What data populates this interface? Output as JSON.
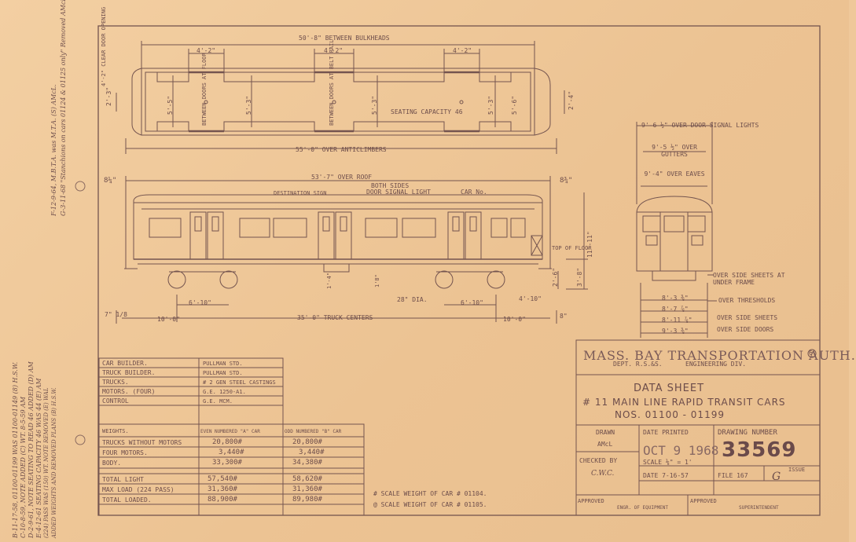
{
  "plan_view": {
    "between_bulkheads": "50'-8\" BETWEEN BULKHEADS",
    "door_spacing": [
      "4'-2\"",
      "4'-2\"",
      "4'-2\""
    ],
    "clear_door_opening": "4'-2\" CLEAR DOOR OPENING",
    "seating_capacity": "SEATING CAPACITY 46",
    "widths": [
      "5'-5\"",
      "5'-3\"",
      "5'-3\"",
      "5'-3\"",
      "5'-6\""
    ],
    "between_doors_at_floor": "BETWEEN DOORS AT FLOOR",
    "between_doors_at_belt_rail": "BETWEEN DOORS AT BELT RAIL",
    "end_left": "2'-3\"",
    "end_right": "2'-4\"",
    "over_anticlimbers": "55'-0\" OVER ANTICLIMBERS"
  },
  "side_view": {
    "over_roof": "53'-7\" OVER ROOF",
    "both_sides": "BOTH SIDES",
    "destination_sign": "DESTINATION SIGN",
    "door_signal_light": "DOOR SIGNAL LIGHT",
    "car_no": "CAR No.",
    "end_left": "8¼\"",
    "end_right": "8¾\"",
    "height": "11'-11\"",
    "floor_height": "3'-8\"",
    "step_height": "2'-6\"",
    "top_of_floor": "TOP OF FLOOR",
    "wheel_dia": "28\" DIA.",
    "truck_wheelbase": [
      "6'-10\"",
      "6'-10\""
    ],
    "overhang": [
      "10'-0\"",
      "10'-0\""
    ],
    "truck_centers": "35'-0\" TRUCK CENTERS",
    "side_dim_left": "7\" 1/8",
    "side_dim_right": "8\"",
    "center_dim": "1'-4\"",
    "mid_dim": "1'8\"",
    "wheel_off": "4'-10\""
  },
  "end_view": {
    "over_door_signal_lights": "9'-6 ½\" OVER DOOR SIGNAL LIGHTS",
    "over_gutters": "9'-5 ½\" OVER GUTTERS",
    "over_eaves": "9'-4\" OVER EAVES",
    "over_side_sheets_underframe": "OVER SIDE SHEETS AT UNDER FRAME",
    "over_thresholds": "OVER THRESHOLDS",
    "over_side_sheets": "OVER SIDE SHEETS",
    "over_side_doors": "OVER SIDE DOORS",
    "bottom_dims": [
      "8'-3 ⅜\"",
      "8'-7 ⅞\"",
      "8'-11 ⅞\"",
      "9'-3 ⅜\""
    ]
  },
  "spec": {
    "rows": [
      {
        "label": "CAR BUILDER.",
        "value": "PULLMAN STD."
      },
      {
        "label": "TRUCK BUILDER.",
        "value": "PULLMAN STD."
      },
      {
        "label": "TRUCKS.",
        "value": "# 2 GEN STEEL CASTINGS"
      },
      {
        "label": "MOTORS. (FOUR)",
        "value": "G.E. 1250-A1."
      },
      {
        "label": "CONTROL",
        "value": "G.E. MCM."
      }
    ],
    "weights_header": [
      "WEIGHTS.",
      "EVEN NUMBERED \"A\" CAR",
      "ODD NUMBERED \"B\" CAR"
    ],
    "weights": [
      {
        "label": "TRUCKS WITHOUT MOTORS",
        "a": "20,800#",
        "b": "20,800#"
      },
      {
        "label": "FOUR MOTORS.",
        "a": "3,440#",
        "b": "3,440#"
      },
      {
        "label": "BODY.",
        "a": "33,300#",
        "b": "34,380#"
      }
    ],
    "totals": [
      {
        "label": "TOTAL LIGHT",
        "a": "57,540#",
        "b": "58,620#"
      },
      {
        "label": "MAX LOAD (224 PASS)",
        "a": "31,360#",
        "b": "31,360#"
      },
      {
        "label": "TOTAL LOADED.",
        "a": "88,900#",
        "b": "89,980#"
      }
    ]
  },
  "notes": [
    "# SCALE WEIGHT OF CAR # 01104.",
    "@ SCALE WEIGHT OF CAR # 01105."
  ],
  "title_block": {
    "authority": "MASS. BAY TRANSPORTATION AUTH.",
    "dept": "DEPT. R.S.&S.",
    "division": "ENGINEERING DIV.",
    "title1": "DATA SHEET",
    "title2": "# 11 MAIN LINE RAPID TRANSIT CARS",
    "title3": "NOS. 01100 - 01199",
    "drawn_label": "DRAWN",
    "drawn_by": "AMcL",
    "date_printed_label": "DATE PRINTED",
    "date_printed": "OCT 9 1968",
    "drawing_number_label": "DRAWING NUMBER",
    "drawing_number": "33569",
    "checked_label": "CHECKED BY",
    "checked_by": "C.W.C.",
    "scale": "SCALE ⅛\" = 1'",
    "date": "DATE 7-16-57",
    "file": "FILE 167",
    "issue_label": "ISSUE",
    "issue": "G",
    "approved_label": "APPROVED",
    "approved_by": "ENGR. OF EQUIPMENT",
    "approved_label2": "APPROVED",
    "approved_by2": "SUPERINTENDENT",
    "circle_mark": "6"
  },
  "revisions": [
    "F-12-9-64, M.B.T.A. was M.T.A. (S) AMcL.",
    "G-3-11-68 \"Stanchions on cars 01124 & 01125 only\" Removed AMcL (6)",
    "B-11-17-58, 01100-01199 WAS 01100-01149 (8) H.S.W.",
    "C-10-8-59, NOTE ADDED (C) WT. 8-5-59 AM",
    "D-2-9-61, NOTE SEATING TO READ 46 ADDED (D) AM",
    "E-4-12-61 SEATING CAPACITY 46 WAS 44 (E) AM",
    "(224) PASS WAS (150) WT. NOTE REMOVED (E) WAL",
    "ADDED WEIGHTS AND REMOVED PLANS (B) H.S.W."
  ],
  "colors": {
    "paper": "#efc89a",
    "ink": "#6a4a48"
  }
}
